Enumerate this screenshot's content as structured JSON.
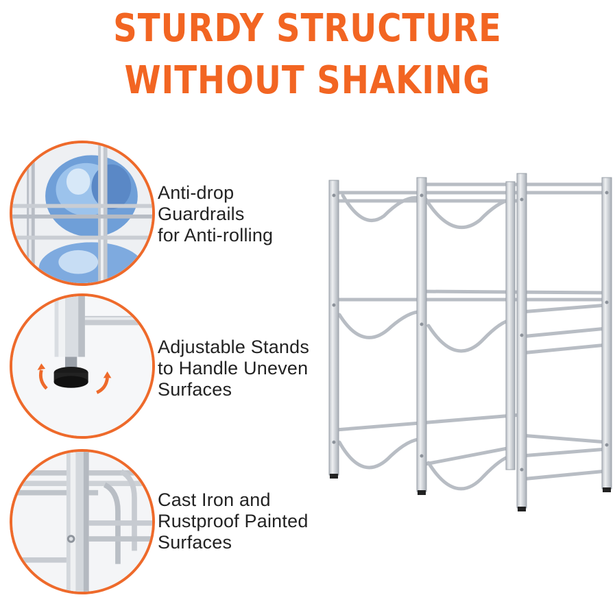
{
  "headline": {
    "line1": "STURDY STRUCTURE",
    "line2": "WITHOUT SHAKING"
  },
  "colors": {
    "accent": "#f26522",
    "text": "#222222",
    "metal": "#c8ccd2"
  },
  "features": [
    {
      "icon": "water-bottle-guardrail-image",
      "lines": [
        "Anti-drop",
        "Guardrails",
        "for Anti-rolling"
      ]
    },
    {
      "icon": "adjustable-foot-image",
      "lines": [
        "Adjustable Stands",
        "to Handle Uneven",
        "Surfaces"
      ]
    },
    {
      "icon": "iron-frame-joint-image",
      "lines": [
        "Cast Iron and",
        "Rustproof Painted",
        "Surfaces"
      ]
    }
  ]
}
